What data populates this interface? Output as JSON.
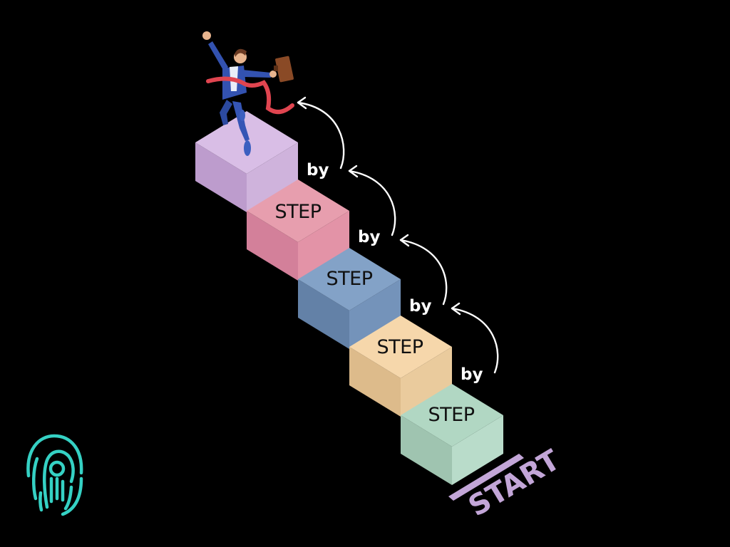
{
  "steps": [
    {
      "label": "STEP",
      "top": "#b1d7c3",
      "left": "#9fc4b0",
      "right": "#b9dcca"
    },
    {
      "label": "STEP",
      "top": "#f6d7ab",
      "left": "#ddbb8b",
      "right": "#eacb9d"
    },
    {
      "label": "STEP",
      "top": "#83a2c7",
      "left": "#6381a7",
      "right": "#7493ba"
    },
    {
      "label": "STEP",
      "top": "#e79eae",
      "left": "#d3809a",
      "right": "#e393a7"
    }
  ],
  "summit": {
    "top": "#d9bee6",
    "left": "#bd9ccd",
    "right": "#cfb3dc"
  },
  "connector": "by",
  "start_label": "START",
  "colors": {
    "start": "#c3a6d8",
    "logo": "#35d1c4",
    "background": "#000000"
  }
}
